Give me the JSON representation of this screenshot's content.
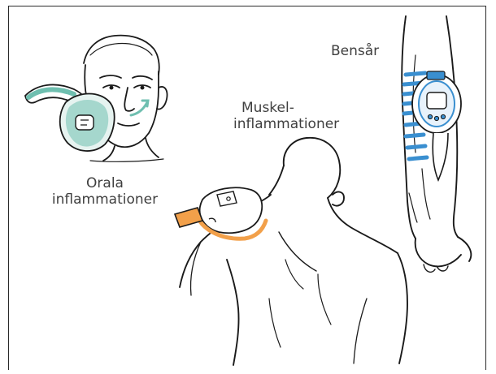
{
  "labels": {
    "oral_line1": "Orala",
    "oral_line2": "inflammationer",
    "muscle_line1": "Muskel-",
    "muscle_line2": "inflammationer",
    "leg": "Bensår"
  },
  "colors": {
    "oral_device": "#6fbfb0",
    "muscle_device": "#f2a04a",
    "leg_device": "#3a8fd0",
    "line": "#1a1a1a"
  }
}
